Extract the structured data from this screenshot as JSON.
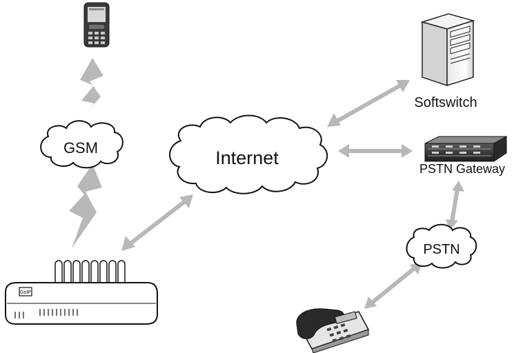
{
  "labels": {
    "gsm": "GSM",
    "internet": "Internet",
    "softswitch": "Softswitch",
    "pstn_gateway": "PSTN Gateway",
    "pstn": "PSTN",
    "device_badge": "GoIP"
  },
  "icons": {
    "mobile_phone": "mobile-phone-icon",
    "server": "server-tower-icon",
    "rack_gateway": "rack-gateway-icon",
    "desk_phone": "desk-phone-icon",
    "goip_device": "goip-gateway-icon"
  },
  "colors": {
    "arrow": "#b8b8b8",
    "line": "#111111",
    "background": "#ffffff"
  }
}
